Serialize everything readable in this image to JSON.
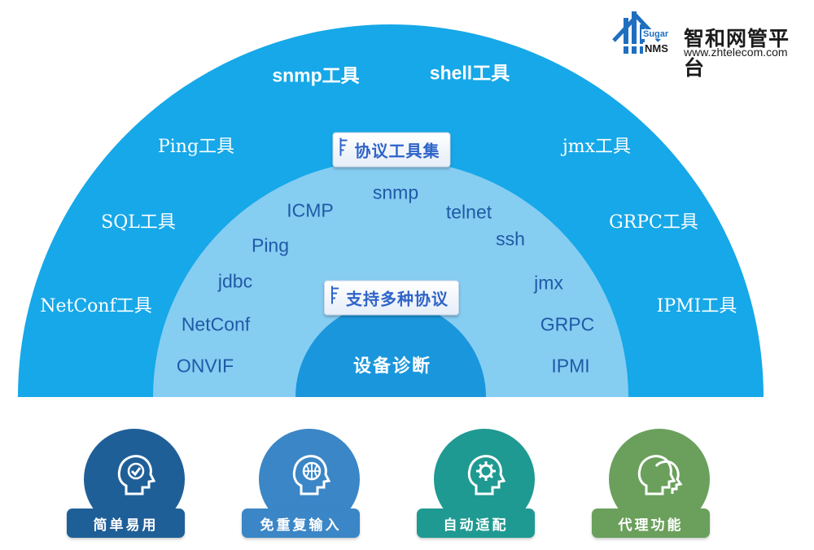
{
  "brand": {
    "logo_word_top": "Sugar",
    "logo_word_bottom": "NMS",
    "name_cn": "智和网管平台",
    "url": "www.zhtelecom.com"
  },
  "outer_tools": [
    "snmp工具",
    "shell工具",
    "Ping工具",
    "jmx工具",
    "SQL工具",
    "GRPC工具",
    "NetConf工具",
    "IPMI工具"
  ],
  "tag_tools": "协议工具集",
  "inner_protocols": [
    "snmp",
    "ICMP",
    "telnet",
    "Ping",
    "ssh",
    "jdbc",
    "jmx",
    "NetConf",
    "GRPC",
    "ONVIF",
    "IPMI"
  ],
  "tag_protocols": "支持多种协议",
  "core_label": "设备诊断",
  "features": [
    {
      "label": "简单易用",
      "icon": "head-check-icon",
      "color": "#1f5f98"
    },
    {
      "label": "免重复输入",
      "icon": "head-globe-icon",
      "color": "#3b86c6"
    },
    {
      "label": "自动适配",
      "icon": "head-gear-icon",
      "color": "#1f9a92"
    },
    {
      "label": "代理功能",
      "icon": "two-heads-icon",
      "color": "#6aa05c"
    }
  ],
  "colors": {
    "outer_arc": "#16a8e8",
    "middle_arc": "#86cdf2",
    "inner_arc": "#1a96dc"
  }
}
